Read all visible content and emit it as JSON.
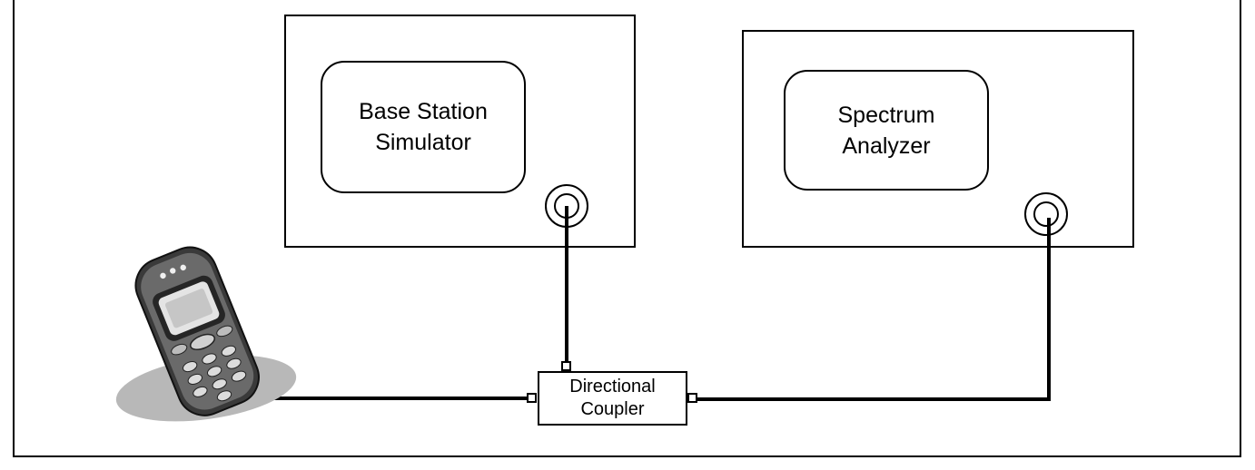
{
  "base_station": {
    "line1": "Base Station",
    "line2": "Simulator"
  },
  "spectrum_analyzer": {
    "line1": "Spectrum",
    "line2": "Analyzer"
  },
  "coupler": {
    "line1": "Directional",
    "line2": "Coupler"
  },
  "colors": {
    "line": "#000000",
    "background": "#ffffff",
    "phone_dark": "#3a3a3a",
    "phone_shadow": "#b8b8b8"
  },
  "icons": {
    "phone": "mobile-phone-icon",
    "connector": "rf-connector-icon"
  }
}
